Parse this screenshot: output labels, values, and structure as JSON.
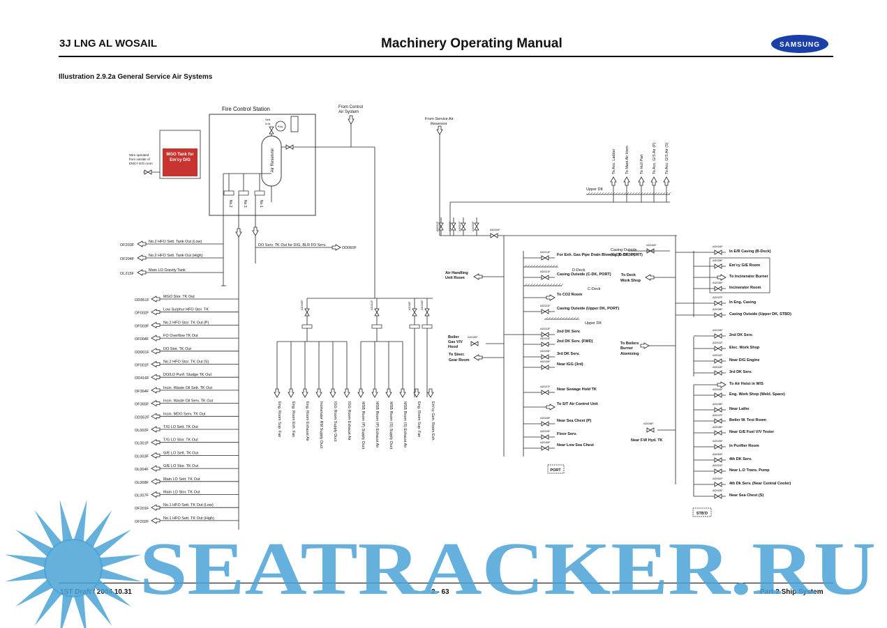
{
  "header": {
    "left": "3J LNG AL WOSAIL",
    "center": "Machinery Operating Manual",
    "logo_text": "SAMSUNG",
    "brand_color": "#1b3fa8"
  },
  "subtitle": "Illustration 2.9.2a General Service Air Systems",
  "footer": {
    "left": "1ST Draft / 2004.10.31",
    "center": "2 - 63",
    "right": "Part 2 Ship System"
  },
  "watermark": {
    "text": "SEATRACKER.RU",
    "color": "#4ba3d6"
  },
  "diagram": {
    "fire_control_station": "Fire Control Station",
    "air_reservoir": "Air Reservoir",
    "set_label": "Sett. 5.0k",
    "pial": "PIAL",
    "from_control_air": [
      "From Control",
      "Air System"
    ],
    "from_service_air": [
      "From Service Air",
      "Reservoir"
    ],
    "mgo_tank": [
      "MGO Tank for",
      "Em'cy D/G"
    ],
    "wire_note": [
      "Wire operated",
      "from outside of",
      "EMCY D/G room"
    ],
    "valve_numbers": [
      "No.2",
      "No.3",
      "No.1"
    ],
    "do_serv": "DO Serv. TK Out for D/G, BLR FO Serv.",
    "od060f": "OD060F",
    "left_quick_closing": [
      {
        "tag": "OF203F",
        "label": "No.2 HFO Sett. Tank Out (Low)"
      },
      {
        "tag": "OF204F",
        "label": "No.2 HFO Sett. Tank Out (High)"
      },
      {
        "tag": "OL215F",
        "label": "Main LO Gravity Tank"
      }
    ],
    "left_list": [
      {
        "tag": "OD351F",
        "label": "MGO Stor. TK Out"
      },
      {
        "tag": "OF002F",
        "label": "Low Sulphur HFO Stor. TK"
      },
      {
        "tag": "OF003F",
        "label": "No.2 HFO Stor. TK Out (P)"
      },
      {
        "tag": "OF004F",
        "label": "FO Overflow TK Out"
      },
      {
        "tag": "OD001F",
        "label": "DO Stor. TK Out"
      },
      {
        "tag": "OF001F",
        "label": "No.2 HFO Stor. TK Out (S)"
      },
      {
        "tag": "OD416F",
        "label": "DO/LO Purif. Sludge TK Out"
      },
      {
        "tag": "OF364F",
        "label": "Incin. Waste Oil Sett. TK Out"
      },
      {
        "tag": "OF365F",
        "label": "Incin. Waste Oil Serv. TK Out"
      },
      {
        "tag": "OD352F",
        "label": "Incin. MDO Serv. TK Out"
      },
      {
        "tag": "OL002F",
        "label": "T/G LO Sett. TK Out"
      },
      {
        "tag": "OL001F",
        "label": "T/G LO Stor. TK Out"
      },
      {
        "tag": "OL003F",
        "label": "G/E LO Sett. TK Out"
      },
      {
        "tag": "OL004F",
        "label": "G/E LO Stor. TK Out"
      },
      {
        "tag": "OL008F",
        "label": "Main LO Sett. TK Out"
      },
      {
        "tag": "OL007F",
        "label": "Main LO Stor. TK Out"
      },
      {
        "tag": "OF201F",
        "label": "No.1 HFO Sett. TK Out (Low)"
      },
      {
        "tag": "OF202F",
        "label": "No.1 HFO Sett. TK Out (High)"
      }
    ],
    "fans": [
      "Eng. Room Sup. Fan",
      "Eng. Room Exh. Fan",
      "Eng. Room Exhaust Air",
      "Incinerator RM Supply Duct",
      "IGG Room Supply Duct",
      "IGG Room Exhaust Air",
      "MSB Room (P) Supply Duct",
      "MSB Room (P) Exhaust Air",
      "MSB Room (S) Supply Duct",
      "MSB Room (S) Exhaust Air",
      "Eng. Room Sup. Fan",
      "Em'cy Gen. Room Exh."
    ],
    "fan_valves": [
      "AD306F",
      "AD311F",
      "AD30F",
      "AD330F"
    ],
    "upper_dk": "Upper DK",
    "d_deck": "D-Deck",
    "c_deck": "C-Deck",
    "upper_items": [
      "To Acc. Ladder",
      "To Mast Air Horn",
      "To Hull Part",
      "To Acc. G/S Air (P)",
      "To Acc. G/S Air (S)"
    ],
    "header_valves": [
      "AD011F",
      "AD002F",
      "AD001F",
      "AD003F",
      "AD004F"
    ],
    "port_items": [
      {
        "tag": "AD014F",
        "label": "For Exh. Gas Pipe Drain Blowing (D-DK, PORT)"
      },
      {
        "tag": "AD021F",
        "label": "Casing Outside (C-DK, PORT)"
      },
      {
        "tag": "",
        "label": "To CO2 Room"
      },
      {
        "tag": "AD022F",
        "label": "Casing Outside (Upper DK, PORT)"
      },
      {
        "tag": "AD023F",
        "label": "2nd DK Serv."
      },
      {
        "tag": "AD024F",
        "label": "2nd DK Serv. (FWD)"
      },
      {
        "tag": "AD025F",
        "label": "3rd DK Serv."
      },
      {
        "tag": "AD026F",
        "label": "Near IGG (3rd)"
      },
      {
        "tag": "AD027F",
        "label": "Near Sewage Hold TK"
      },
      {
        "tag": "",
        "label": "To S/T Air Control Unit"
      },
      {
        "tag": "AD028F",
        "label": "Near Sea Chest (P)"
      },
      {
        "tag": "AD029F",
        "label": "Floor Serv."
      },
      {
        "tag": "AD030F",
        "label": "Near Low Sea Chest"
      }
    ],
    "air_handling": "Air Handling Unit Room",
    "boiler_gas": "Boiler Gas V/V Hood",
    "boiler_valve": "AD030F",
    "to_steer": "To Steer. Gear Room",
    "port_box": "PORT",
    "stbd_box": "STB'D",
    "casing_stbd": "Casing Outside (C-DK, STBD)",
    "casing_stbd_valve": "AD040F",
    "to_deck_ws": "To Deck Work Shop",
    "to_boilers": "To Boilers Burner Atomizing",
    "fw_hyd": "Near F.W Hyd. TK",
    "fw_valve": "AD046F",
    "stbd_items": [
      {
        "tag": "AD034F",
        "label": "In E/R Casing (B-Deck)"
      },
      {
        "tag": "AD035F",
        "label": "Em'cy G/E Room"
      },
      {
        "tag": "",
        "label": "To Incinerator Burner"
      },
      {
        "tag": "AD036F",
        "label": "Incinerator Room"
      },
      {
        "tag": "AD037F",
        "label": "In Eng. Casing"
      },
      {
        "tag": "AD038F",
        "label": "Casing Outside (Upper DK, STBD)"
      },
      {
        "tag": "AD039F",
        "label": "2nd DK Serv."
      },
      {
        "tag": "AD041F",
        "label": "Elec. Work Shop"
      },
      {
        "tag": "AD042F",
        "label": "Near D/G Engine"
      },
      {
        "tag": "AD043F",
        "label": "3rd DK Serv."
      },
      {
        "tag": "",
        "label": "To Air Hoist in W/S"
      },
      {
        "tag": "AD044F",
        "label": "Eng. Work Shop (Weld. Space)"
      },
      {
        "tag": "AD045F",
        "label": "Near Lathe"
      },
      {
        "tag": "AD047F",
        "label": "Boiler W. Test Room"
      },
      {
        "tag": "AD048F",
        "label": "Near G/E Fuel V/V Tester"
      },
      {
        "tag": "AD049F",
        "label": "In Purifier Room"
      },
      {
        "tag": "AD050F",
        "label": "4th DK Serv."
      },
      {
        "tag": "AD051F",
        "label": "Near L.O Trans. Pump"
      },
      {
        "tag": "AD052F",
        "label": "4th Dk Serv. (Near Central Cooler)"
      },
      {
        "tag": "AD053F",
        "label": "Near Sea Chest (S)"
      }
    ]
  }
}
